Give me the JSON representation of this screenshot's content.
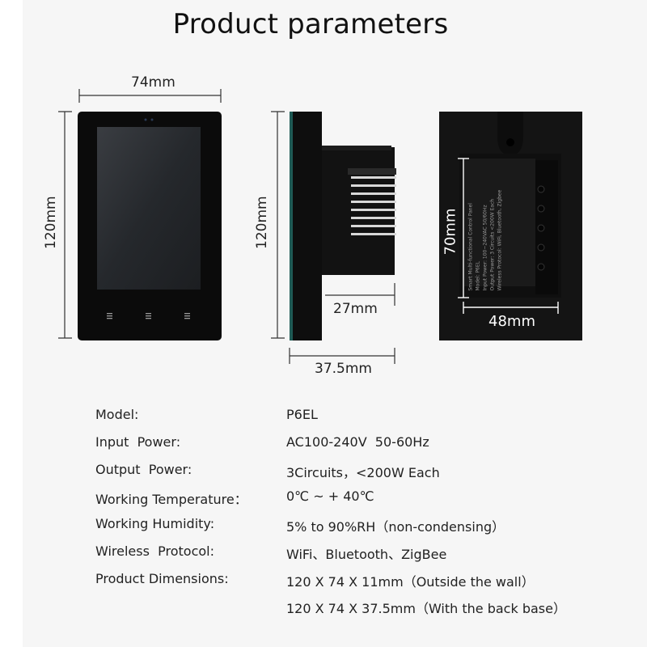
{
  "title": "Product parameters",
  "dimensions": {
    "front_width": "74mm",
    "front_height": "120mm",
    "side_height": "120mm",
    "side_depth_inner": "27mm",
    "side_depth_total": "37.5mm",
    "back_height": "70mm",
    "back_width": "48mm"
  },
  "label_text": {
    "line1": "Smart Multi-functional Control Panel",
    "line2": "Model: P6EL",
    "line3": "Input Power: 100~240VAC 50/60Hz",
    "line4": "Output Power: 3 Circuits <200W Each",
    "line5": "Wireless Protocol: WiFi, Bluetooth, Zigbee"
  },
  "specs": [
    {
      "label": "Model:",
      "value": "P6EL"
    },
    {
      "label": "Input  Power:",
      "value": "AC100-240V  50-60Hz"
    },
    {
      "label": "Output  Power:",
      "value": "3Circuits，<200W Each"
    },
    {
      "label": "Working Temperature：",
      "value": "0℃ ~ + 40℃"
    },
    {
      "label": "Working Humidity:",
      "value": "5% to 90%RH（non-condensing）"
    },
    {
      "label": "Wireless  Protocol:",
      "value": "WiFi、Bluetooth、ZigBee"
    },
    {
      "label": "Product Dimensions:",
      "value": "120 X 74 X 11mm（Outside the wall）"
    },
    {
      "label": "",
      "value": "120 X 74 X 37.5mm（With the back base）"
    }
  ],
  "colors": {
    "background": "#f6f6f6",
    "device_body": "#0b0b0b",
    "screen": "#2a2d31",
    "side_glass": "#1f5a55"
  }
}
